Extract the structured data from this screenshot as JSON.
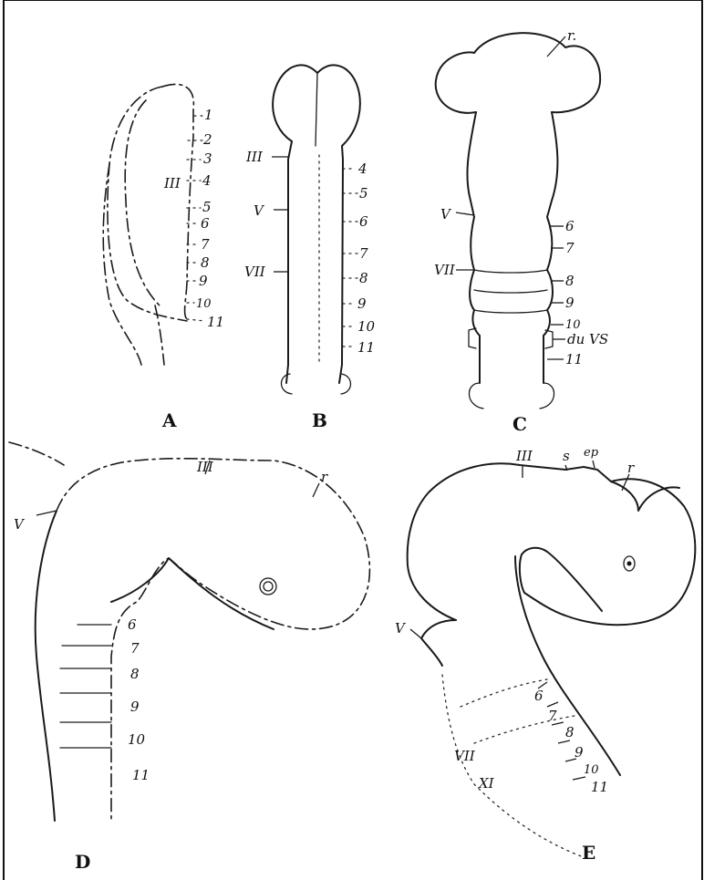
{
  "panels": {
    "A": {
      "label": "A",
      "segments": [
        "1",
        "2",
        "3",
        "4",
        "5",
        "6",
        "7",
        "8",
        "9",
        "10",
        "11"
      ],
      "nerves": [
        "III"
      ]
    },
    "B": {
      "label": "B",
      "segments": [
        "4",
        "5",
        "6",
        "7",
        "8",
        "9",
        "10",
        "11"
      ],
      "nerves": [
        "III",
        "V",
        "VII"
      ]
    },
    "C": {
      "label": "C",
      "segments": [
        "6",
        "7",
        "8",
        "9",
        "10",
        "11"
      ],
      "nerves": [
        "V",
        "VII"
      ],
      "r_label": "r.",
      "duvs_label": "du VS"
    },
    "D": {
      "label": "D",
      "segments": [
        "6",
        "7",
        "8",
        "9",
        "10",
        "11"
      ],
      "nerves": [
        "III",
        "V"
      ],
      "r_label": "r"
    },
    "E": {
      "label": "E",
      "segments": [
        "6",
        "7",
        "8",
        "9",
        "10",
        "11"
      ],
      "nerves": [
        "III",
        "V",
        "VII",
        "XI"
      ],
      "s_label": "s",
      "ep_label": "ep",
      "r_label": "r"
    }
  }
}
